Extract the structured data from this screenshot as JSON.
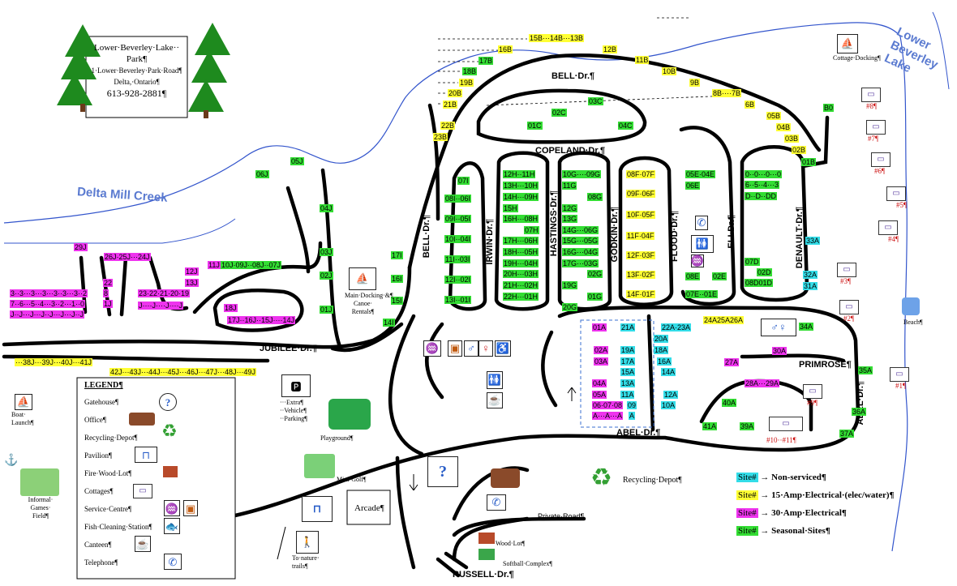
{
  "header": {
    "line1": "Lower·Beverley·Lake··",
    "line2": "Park¶",
    "line3": "1·Lower·Beverley·Park·Road¶",
    "line4": "Delta,·Ontario¶",
    "line5": "613-928-2881¶"
  },
  "water": {
    "lake": "Lower Beverley Lake",
    "creek": "Delta Mill Creek"
  },
  "roads": {
    "bell": "BELL·Dr.¶",
    "copeland": "COPELAND·Dr.¶",
    "jubilee": "JUBILEE·Dr.¶",
    "abel": "ABEL·Dr.¶",
    "abel2": "ABEL·Dr.¶",
    "primrose": "PRIMROSE¶",
    "russell": "RUSSELL·Dr.¶",
    "bell_v": "BELL·Dr.¶",
    "irwin": "IRWIN·Dr.¶",
    "hastings": "HASTINGS·Dr.¶",
    "godkin": "GODKIN·Dr.¶",
    "flood": "FLOOD·Dr.¶",
    "eli": "ELI·Dr.¶",
    "denault": "DENAULT·Dr.¶",
    "private": "Private·Road¶"
  },
  "places": {
    "cottage_docking": "Cottage·Docking¶",
    "main_docking": "Main·Docking·&¶ Canoe· Rentals¶",
    "extra_parking": "···Extra¶ ··Vehicle¶ ··Parking¶",
    "playground": "Playground¶",
    "mini_golf": "Mini·Golf¶",
    "arcade": "Arcade¶",
    "recycling": "Recycling·Depot¶",
    "wood_lot": "Wood·Lot¶",
    "softball": "Softball·Complex¶",
    "nature_trails": "To·nature· trails¶",
    "boat_launch": "Boat· Launch¶",
    "games_field": "Informal· Games· Field¶",
    "beach": "Beach¶"
  },
  "legend": {
    "title": "LEGEND¶",
    "items": [
      "Gatehouse¶",
      "Office¶",
      "Recycling·Depot¶",
      "Pavilion¶",
      "Fire·Wood·Lot¶",
      "Cottages¶",
      "Service·Centre¶",
      "Fish·Cleaning·Station¶",
      "Canteen¶",
      "Telephone¶"
    ]
  },
  "site_key": {
    "non_serviced": "Non-serviced¶",
    "amp15": "15·Amp·Electrical·(elec/water)¶",
    "amp30": "30·Amp·Electrical¶",
    "seasonal": "Seasonal·Sites¶",
    "tag": "Site#"
  },
  "cottages": [
    "#8¶",
    "#7¶",
    "#6¶",
    "#5¶",
    "#4¶",
    "#3¶",
    "#2¶",
    "#1¶",
    "#9¶",
    "#10··#11¶"
  ],
  "colors": {
    "seasonal": "#33dd33",
    "amp15": "#ffff33",
    "amp30": "#ee33ee",
    "non_serviced": "#33dde8",
    "water": "#3355cc"
  },
  "sites": {
    "s1": "15B···14B···13B",
    "s2": "16B",
    "s3": "12B",
    "s4": "17B",
    "s5": "11B",
    "s6": "18B",
    "s7": "10B",
    "s8": "19B",
    "s9": "9B",
    "s10": "20B",
    "s11": "8B····7B",
    "s12": "21B",
    "s13": "6B",
    "s14": "22B",
    "s15": "23B",
    "s16": "03C",
    "s17": "02C",
    "s18": "01C",
    "s19": "04C",
    "s20": "05B",
    "s21": "04B",
    "s22": "03B",
    "s23": "02B",
    "s24": "01B",
    "s25": "B0",
    "s26": "05J",
    "s27": "06J",
    "s28": "04J",
    "s29": "03J",
    "s30": "02J",
    "s31": "01J",
    "s32": "29J",
    "s33": "26J·25J···24J",
    "s34": "22",
    "s35": "8",
    "s36": "1J",
    "s37": "3··3···3···3···3··3···3··2",
    "s38": "7··6···5··4···3··2···1··0",
    "s39": "J··J···J···J··J···J···J··J",
    "s40": "23·22·21·20·19",
    "s41": "J····J····J····J",
    "s42": "12J",
    "s43": "13J",
    "s44": "18J",
    "s45": "11J",
    "s46": "10J·09J··08J··07J",
    "s47": "17J··16J··15J····14J",
    "s48": "17I",
    "s49": "16I",
    "s50": "15I",
    "s51": "14I",
    "s52": "···38J···39J···40J···41J",
    "s53": "42J···43J···44J···45J···46J···47J···48J···49J",
    "s54": "07I",
    "s55": "08I··06I",
    "s56": "09I··05I",
    "s57": "10I··04I",
    "s58": "11I··03I",
    "s59": "12I··02I",
    "s60": "13I··01I",
    "s61": "12H··11H",
    "s62": "13H···10H",
    "s63": "14H···09H",
    "s64": "15H",
    "s65": "16H···08H",
    "s66": "07H",
    "s67": "17H···06H",
    "s68": "18H···05H",
    "s69": "19H···04H",
    "s70": "20H···03H",
    "s71": "21H···02H",
    "s72": "22H···01H",
    "s73": "10G····09G",
    "s74": "11G",
    "s75": "08G",
    "s76": "12G",
    "s77": "13G",
    "s78": "14G···06G",
    "s79": "15G···05G",
    "s80": "16G···04G",
    "s81": "17G···03G",
    "s82": "02G",
    "s83": "19G",
    "s84": "01G",
    "s85": "20G",
    "s86": "08F·07F",
    "s87": "09F·06F",
    "s88": "10F·05F",
    "s89": "11F·04F",
    "s90": "12F·03F",
    "s91": "13F·02F",
    "s92": "14F·01F",
    "s93": "05E·04E",
    "s94": "06E",
    "s95": "08E",
    "s96": "02E",
    "s97": "07E··01E",
    "s98": "0··0···0···0",
    "s99": "6··5··4···3",
    "s100": "D··D··DD",
    "s101": "07D",
    "s102": "02D",
    "s103": "08D01D",
    "s104": "33A",
    "s105": "32A",
    "s106": "31A",
    "s107": "01A",
    "s108": "21A",
    "s109": "02A",
    "s110": "19A",
    "s111": "03A",
    "s112": "17A",
    "s113": "15A",
    "s114": "04A",
    "s115": "13A",
    "s116": "05A",
    "s117": "11A",
    "s118": "06·07·08",
    "s119": "09",
    "s120": "A···A···A",
    "s121": "A",
    "s122": "22A·23A",
    "s123": "20A",
    "s124": "18A",
    "s125": "16A",
    "s126": "14A",
    "s127": "12A",
    "s128": "10A",
    "s129": "24A25A26A",
    "s130": "34A",
    "s131": "27A",
    "s132": "30A",
    "s133": "28A···29A",
    "s134": "35A",
    "s135": "40A",
    "s136": "41A",
    "s137": "39A",
    "s138": "36A",
    "s139": "37A"
  }
}
